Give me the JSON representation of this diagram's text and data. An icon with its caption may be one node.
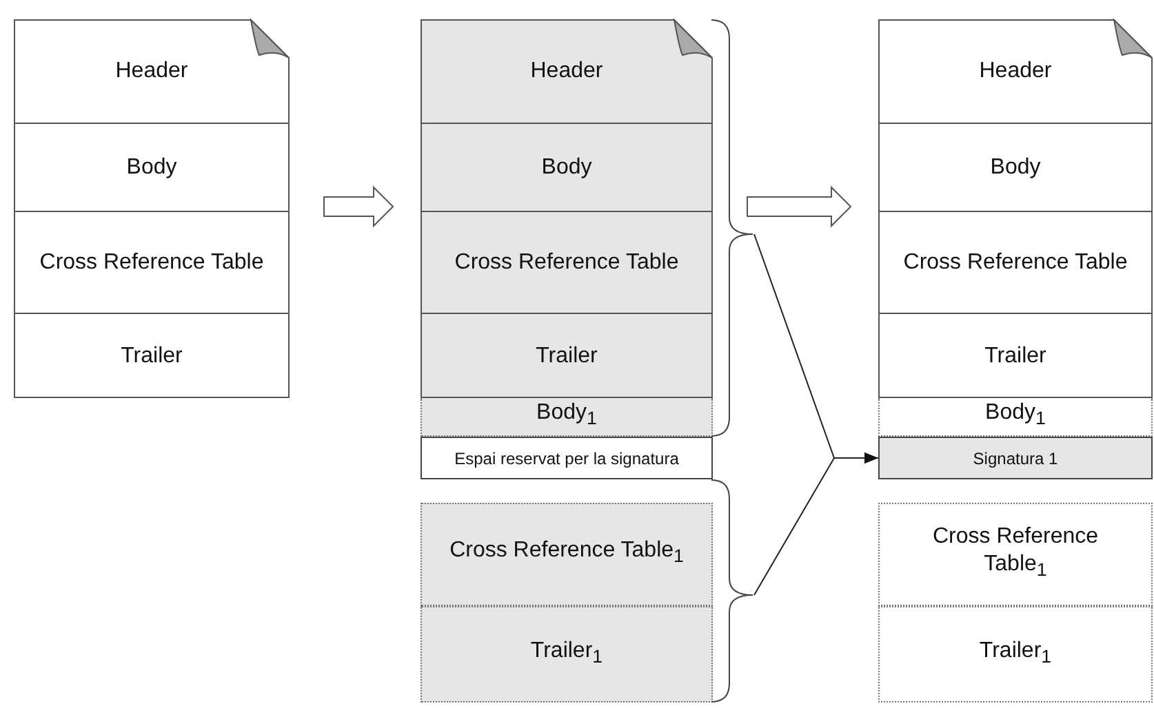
{
  "diagram": {
    "nodes": [
      {
        "text": [],
        "shape": "document"
      },
      {
        "text": [
          "Header"
        ],
        "in": 0
      },
      {
        "text": [
          "Body"
        ],
        "in": 0
      },
      {
        "text": [
          "Cross Reference Table"
        ],
        "in": 0
      },
      {
        "text": [
          "Trailer"
        ],
        "in": 0
      },
      {
        "text": [],
        "shape": "document"
      },
      {
        "text": [
          "Header"
        ],
        "in": 5
      },
      {
        "text": [
          "Body"
        ],
        "in": 5
      },
      {
        "text": [
          "Cross Reference Table"
        ],
        "in": 5
      },
      {
        "text": [
          "Trailer"
        ],
        "in": 5
      },
      {
        "text": [
          "Body$_{1}$"
        ]
      },
      {
        "text": [
          "Espai reservat per la signatura"
        ]
      },
      {
        "text": [
          "Cross Reference Table$_{1}$"
        ]
      },
      {
        "text": [
          "Trailer$_{1}$"
        ]
      },
      {
        "text": [],
        "shape": "document"
      },
      {
        "text": [
          "Header"
        ],
        "in": 14
      },
      {
        "text": [
          "Body"
        ],
        "in": 14
      },
      {
        "text": [
          "Cross Reference Table"
        ],
        "in": 14
      },
      {
        "text": [
          "Trailer"
        ],
        "in": 14
      },
      {
        "text": [
          "Body$_{1}$"
        ]
      },
      {
        "text": [
          "Signatura 1"
        ]
      },
      {
        "text": [
          "Cross Reference Table$_{1}$"
        ]
      },
      {
        "text": [
          "Trailer$_{1}$"
        ]
      },
      {
        "text": [],
        "shape": "brace"
      },
      {
        "text": [],
        "shape": "brace"
      }
    ],
    "edges": [
      {
        "from": 0,
        "to": 5,
        "arrow": "to"
      },
      {
        "from": 5,
        "to": 14,
        "arrow": "to"
      },
      {
        "from": 23,
        "to": 20,
        "arrow": "to"
      },
      {
        "from": 24,
        "to": 20,
        "arrow": "to"
      }
    ]
  }
}
